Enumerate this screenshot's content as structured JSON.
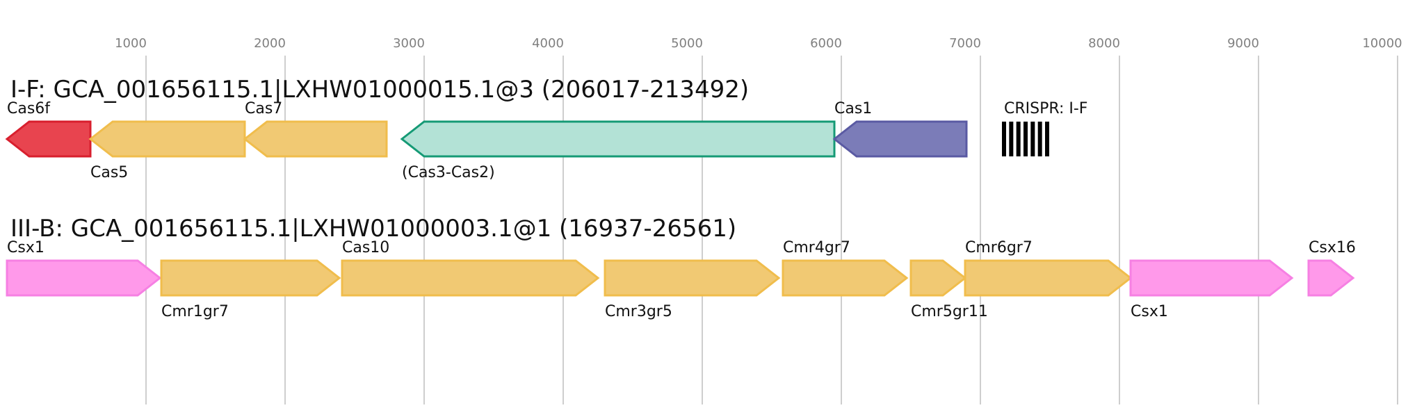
{
  "axis": {
    "min": 0,
    "max": 10000,
    "ticks": [
      1000,
      2000,
      3000,
      4000,
      5000,
      6000,
      7000,
      8000,
      9000,
      10000
    ],
    "tick_labels": [
      "1000",
      "2000",
      "3000",
      "4000",
      "5000",
      "6000",
      "7000",
      "8000",
      "9000",
      "10000"
    ]
  },
  "tracks": [
    {
      "id": "if",
      "title": "I-F: GCA_001656115.1|LXHW01000015.1@3 (206017-213492)",
      "genes": [
        {
          "label": "Cas6f",
          "label_pos": "above",
          "start": 0,
          "end": 600,
          "strand": "-",
          "fill": "#e8444f",
          "stroke": "#d81f2e"
        },
        {
          "label": "Cas5",
          "label_pos": "below",
          "start": 600,
          "end": 1710,
          "strand": "-",
          "fill": "#f1c973",
          "stroke": "#f0bd4c"
        },
        {
          "label": "Cas7",
          "label_pos": "above",
          "start": 1710,
          "end": 2730,
          "strand": "-",
          "fill": "#f1c973",
          "stroke": "#f0bd4c"
        },
        {
          "label": "(Cas3-Cas2)",
          "label_pos": "below",
          "start": 2840,
          "end": 5950,
          "strand": "-",
          "fill": "#b3e2d6",
          "stroke": "#159a75"
        },
        {
          "label": "Cas1",
          "label_pos": "above",
          "start": 5950,
          "end": 6900,
          "strand": "-",
          "fill": "#7b7cb8",
          "stroke": "#5a5aa3"
        }
      ],
      "crispr": {
        "label": "CRISPR: I-F",
        "start": 7170,
        "end": 7480,
        "repeats": 7,
        "color": "#000000"
      }
    },
    {
      "id": "iiib",
      "title": "III-B: GCA_001656115.1|LXHW01000003.1@1 (16937-26561)",
      "genes": [
        {
          "label": "Csx1",
          "label_pos": "above",
          "start": 0,
          "end": 1100,
          "strand": "+",
          "fill": "#ff99ea",
          "stroke": "#f680e3"
        },
        {
          "label": "Cmr1gr7",
          "label_pos": "below",
          "start": 1110,
          "end": 2390,
          "strand": "+",
          "fill": "#f1c973",
          "stroke": "#f0bd4c"
        },
        {
          "label": "Cas10",
          "label_pos": "above",
          "start": 2410,
          "end": 4250,
          "strand": "+",
          "fill": "#f1c973",
          "stroke": "#f0bd4c"
        },
        {
          "label": "Cmr3gr5",
          "label_pos": "below",
          "start": 4300,
          "end": 5550,
          "strand": "+",
          "fill": "#f1c973",
          "stroke": "#f0bd4c"
        },
        {
          "label": "Cmr4gr7",
          "label_pos": "above",
          "start": 5580,
          "end": 6470,
          "strand": "+",
          "fill": "#f1c973",
          "stroke": "#f0bd4c"
        },
        {
          "label": "Cmr5gr11",
          "label_pos": "below",
          "start": 6500,
          "end": 6890,
          "strand": "+",
          "fill": "#f1c973",
          "stroke": "#f0bd4c"
        },
        {
          "label": "Cmr6gr7",
          "label_pos": "above",
          "start": 6890,
          "end": 8080,
          "strand": "+",
          "fill": "#f1c973",
          "stroke": "#f0bd4c"
        },
        {
          "label": "Csx1",
          "label_pos": "below",
          "start": 8080,
          "end": 9240,
          "strand": "+",
          "fill": "#ff99ea",
          "stroke": "#f680e3"
        },
        {
          "label": "Csx16",
          "label_pos": "above",
          "start": 9360,
          "end": 9680,
          "strand": "+",
          "fill": "#ff99ea",
          "stroke": "#f680e3"
        }
      ]
    }
  ]
}
